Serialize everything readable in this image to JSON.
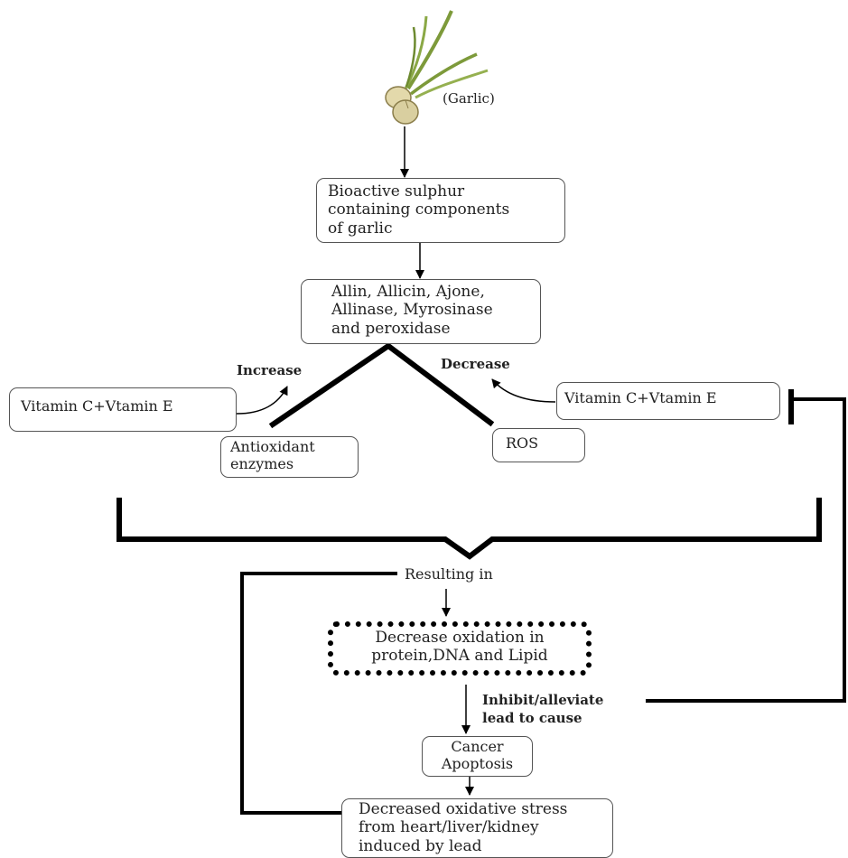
{
  "garlic_label": "(Garlic)",
  "nodes": {
    "bioactive": [
      "Bioactive sulphur",
      "containing components",
      "of garlic"
    ],
    "compounds": [
      "Allin, Allicin, Ajone,",
      "Allinase, Myrosinase",
      "and peroxidase"
    ],
    "vitamins_left": "Vitamin C+Vtamin E",
    "vitamins_right": "Vitamin C+Vtamin E",
    "antioxidant": [
      "Antioxidant",
      "enzymes"
    ],
    "ros": "ROS",
    "oxidation": [
      "Decrease oxidation in",
      "protein,DNA and Lipid"
    ],
    "cancer": [
      "Cancer",
      "Apoptosis"
    ],
    "stress": [
      "Decreased oxidative stress",
      "from heart/liver/kidney",
      "induced by lead"
    ]
  },
  "labels": {
    "increase": "Increase",
    "decrease": "Decrease",
    "resulting_in": "Resulting in",
    "inhibit": [
      "Inhibit/alleviate",
      "lead to cause"
    ]
  },
  "colors": {
    "line": "#000000",
    "box_border": "#555555",
    "text": "#222222",
    "garlic_bulb": "#d9cfa0",
    "garlic_leaf": "#7d9a3a"
  }
}
